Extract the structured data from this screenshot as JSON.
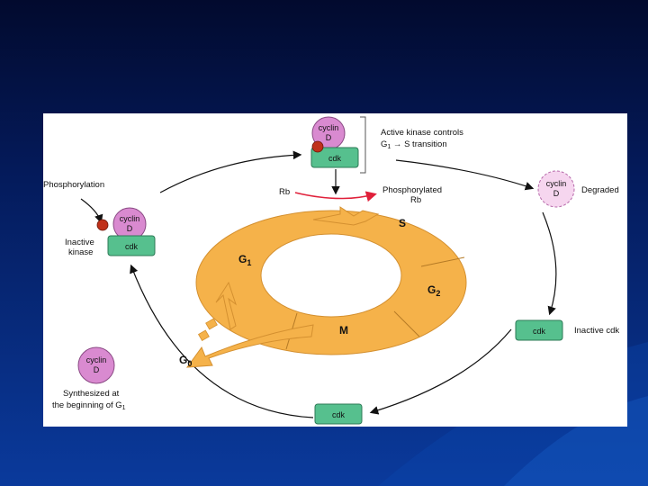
{
  "diagram": {
    "cycle_phases": {
      "s": "S",
      "g1": "G",
      "g1_sub": "1",
      "g2": "G",
      "g2_sub": "2",
      "m": "M",
      "g0": "G",
      "g0_sub": "0"
    },
    "top_complex": {
      "cyclin": [
        "cyclin",
        "D"
      ],
      "cdk": "cdk"
    },
    "active_kinase_text": {
      "line1": "Active kinase controls",
      "line2_pre": "G",
      "line2_sub": "1",
      "line2_post": "S transition"
    },
    "rb": {
      "left": "Rb",
      "right_line1": "Phosphorylated",
      "right_line2": "Rb"
    },
    "degraded": {
      "cyclin": [
        "cyclin",
        "D"
      ],
      "label": "Degraded"
    },
    "inactive_cdk_right": {
      "cdk": "cdk",
      "label": "Inactive cdk"
    },
    "bottom_cdk": {
      "cdk": "cdk"
    },
    "synthesized": {
      "cyclin": [
        "cyclin",
        "D"
      ],
      "line1": "Synthesized at",
      "line2_pre": "the beginning of G",
      "line2_sub": "1"
    },
    "left_complex": {
      "cyclin": [
        "cyclin",
        "D"
      ],
      "cdk": "cdk",
      "label_line1": "Inactive",
      "label_line2": "kinase"
    },
    "phosphorylation_label": "Phosphorylation"
  },
  "colors": {
    "cyclin_fill": "#d98ad0",
    "cdk_fill": "#56c08e",
    "ring_fill": "#f5b24a",
    "phosphate": "#c0311a",
    "rb_arrow": "#e0203a"
  }
}
